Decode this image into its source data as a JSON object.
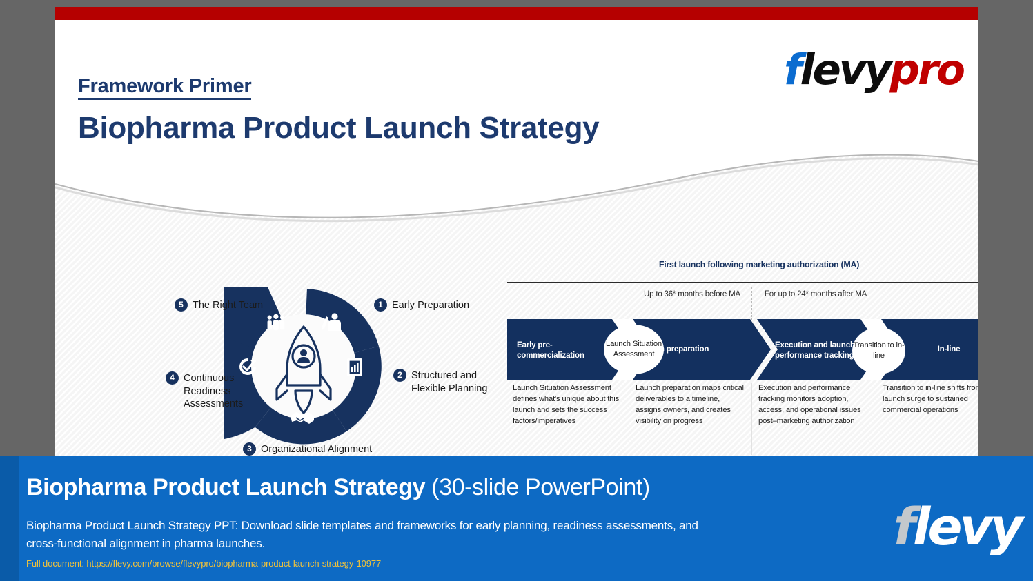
{
  "slide": {
    "eyebrow": "Framework Primer",
    "title": "Biopharma Product Launch Strategy",
    "brand": {
      "part1": "f",
      "part2": "levy",
      "part3": "pro"
    }
  },
  "wheel": {
    "center_icon": "rocket-icon",
    "items": [
      {
        "num": "1",
        "label": "Early Preparation",
        "icon": "person-with-pen-icon"
      },
      {
        "num": "2",
        "label": "Structured and\nFlexible Planning",
        "icon": "document-chart-icon"
      },
      {
        "num": "3",
        "label": "Organizational Alignment",
        "icon": "handshake-icon"
      },
      {
        "num": "4",
        "label": "Continuous\nReadiness\nAssessments",
        "icon": "clock-check-icon"
      },
      {
        "num": "5",
        "label": "The Right Team",
        "icon": "people-group-icon"
      }
    ]
  },
  "timeline": {
    "title": "First launch following marketing authorization (MA)",
    "periods": [
      "Up to 36* months before MA",
      "For up to 24* months after MA"
    ],
    "stages": [
      "Early pre-commercialization",
      "Launch preparation",
      "Execution and launch performance tracking",
      "In-line"
    ],
    "milestones": [
      "Launch Situation Assessment",
      "Transition to in-line"
    ],
    "descriptions": [
      "Launch Situation Assessment defines what's unique about this launch and sets the success factors/imperatives",
      "Launch preparation maps critical deliverables to a timeline, assigns owners, and creates visibility on progress",
      "Execution and performance tracking monitors adoption, access, and operational issues post–marketing authorization",
      "Transition to in-line shifts from launch surge to sustained commercial operations"
    ]
  },
  "banner": {
    "title_bold": "Biopharma Product Launch Strategy",
    "title_regular": " (30-slide PowerPoint)",
    "description": "Biopharma Product Launch Strategy PPT: Download slide templates and frameworks for early planning, readiness assessments, and cross-functional alignment in pharma launches.",
    "link": "Full document: https://flevy.com/browse/flevypro/biopharma-product-launch-strategy-10977",
    "logo": {
      "part1": "f",
      "part2": "levy"
    }
  },
  "colors": {
    "navy": "#17325f",
    "red": "#b50000",
    "banner_blue": "#0d6ac4",
    "link_yellow": "#f2c33a"
  }
}
